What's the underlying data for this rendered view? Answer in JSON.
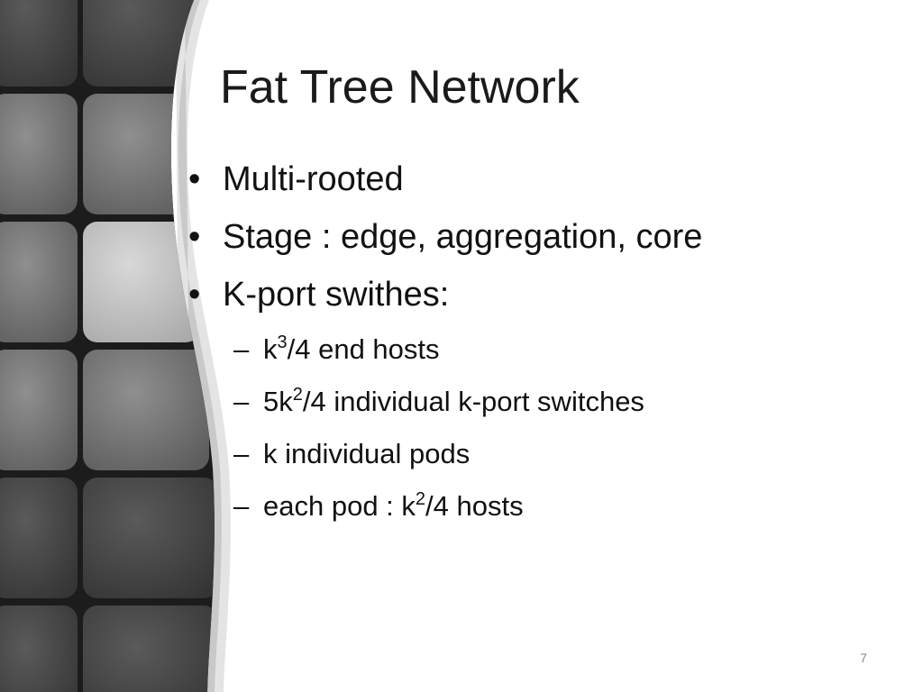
{
  "slide": {
    "title": "Fat Tree Network",
    "bullet_symbol": "•",
    "dash_symbol": "–",
    "bullets": [
      {
        "text": "Multi-rooted"
      },
      {
        "text": "Stage : edge, aggregation, core"
      },
      {
        "text": "K-port swithes:"
      }
    ],
    "sub_bullets": [
      {
        "pre": "k",
        "sup": "3",
        "post": "/4 end hosts"
      },
      {
        "pre": "5k",
        "sup": "2",
        "post": "/4 individual k-port switches"
      },
      {
        "pre": "k individual pods",
        "sup": "",
        "post": ""
      },
      {
        "pre": "each pod : k",
        "sup": "2",
        "post": "/4 hosts"
      }
    ],
    "page_number": "7"
  }
}
